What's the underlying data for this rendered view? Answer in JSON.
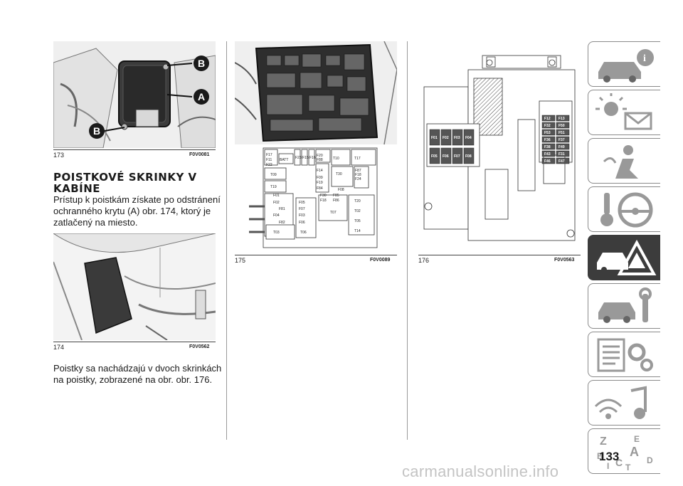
{
  "figures": {
    "f173": {
      "number": "173",
      "code": "F0V0081",
      "callouts": [
        "A",
        "B",
        "B"
      ]
    },
    "f174": {
      "number": "174",
      "code": "F0V0562"
    },
    "f175": {
      "number": "175",
      "code": "F0V0089",
      "fuse_labels": [
        "F17",
        "F11",
        "F22",
        "BATT",
        "F23",
        "F15",
        "F16",
        "F20",
        "F88",
        "T10",
        "T17",
        "F14",
        "T30",
        "F87",
        "F18",
        "F24",
        "F09",
        "F19",
        "T09",
        "F84",
        "F08",
        "T19",
        "F30",
        "F85",
        "F01",
        "F18",
        "F86",
        "F02",
        "F05",
        "T20",
        "F81",
        "F07",
        "F04",
        "F03",
        "T07",
        "T02",
        "F82",
        "F06",
        "T05",
        "T03",
        "T06",
        "T14"
      ]
    },
    "f176": {
      "number": "176",
      "code": "F0V0563",
      "fuse_grid": [
        "F12",
        "F13",
        "F32",
        "F50",
        "F53",
        "F51",
        "F36",
        "F37",
        "F38",
        "F49",
        "F43",
        "F31",
        "F46",
        "F47"
      ],
      "fuse_row": [
        "F01",
        "F02",
        "F03",
        "F04",
        "F05",
        "F06",
        "F07",
        "F08"
      ]
    }
  },
  "heading": "POISTKOVÉ SKRINKY V KABÍNE",
  "paragraph1": "Prístup k poistkám získate po odstránení ochranného krytu (A) obr. 174, ktorý je zatlačený na miesto.",
  "paragraph2": "Poistky sa nachádzajú v dvoch skrinkách na poistky, zobrazené na obr. obr. 176.",
  "sidebar": {
    "tabs": [
      {
        "name": "dashboard-info",
        "icon": "car-info-icon"
      },
      {
        "name": "warning-lights",
        "icon": "lights-message-icon"
      },
      {
        "name": "safety",
        "icon": "airbag-person-icon"
      },
      {
        "name": "driving",
        "icon": "key-steering-wheel-icon"
      },
      {
        "name": "emergency",
        "icon": "car-warning-triangle-icon"
      },
      {
        "name": "maintenance",
        "icon": "car-wrench-icon"
      },
      {
        "name": "technical-data",
        "icon": "list-gears-icon"
      },
      {
        "name": "multimedia",
        "icon": "signal-music-icon"
      },
      {
        "name": "index",
        "icon": "alphabet-icon"
      }
    ],
    "active_index": 4,
    "index_letters": [
      "Z",
      "E",
      "B",
      "A",
      "I",
      "C",
      "T",
      "D"
    ]
  },
  "page_number": "133",
  "watermark": "carmanualsonline.info",
  "colors": {
    "tab_active": "#3c3c3c",
    "tab_border": "#8a8a8a",
    "text": "#1a1a1a"
  }
}
